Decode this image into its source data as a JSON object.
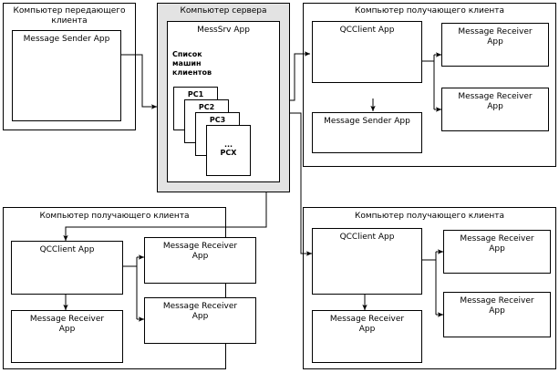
{
  "diagram": {
    "title_sender_client": "Компьютер передающего\nклиента",
    "title_server": "Компьютер сервера",
    "title_receiver_client": "Компьютер получающего клиента",
    "colors": {
      "server_fill": "#e3e3e3",
      "node_fill": "#ffffff",
      "stroke": "#000000",
      "page_background": "#ffffff"
    }
  },
  "sender_client": {
    "title": "Компьютер передающего\nклиента",
    "app": "Message Sender App"
  },
  "server": {
    "title": "Компьютер сервера",
    "app": "MessSrv App",
    "list_caption": "Список\nмашин\nклиентов",
    "machines": [
      {
        "label": "PC1"
      },
      {
        "label": "PC2"
      },
      {
        "label": "PC3"
      },
      {
        "label": "...\nPCX"
      }
    ]
  },
  "client_top_right": {
    "title": "Компьютер получающего клиента",
    "qcclient": "QCClient App",
    "secondary": "Message Sender App",
    "receivers": [
      "Message Receiver\nApp",
      "Message Receiver\nApp"
    ]
  },
  "client_bottom_left": {
    "title": "Компьютер получающего клиента",
    "qcclient": "QCClient App",
    "secondary": "Message Receiver\nApp",
    "receivers": [
      "Message Receiver\nApp",
      "Message Receiver\nApp"
    ]
  },
  "client_bottom_right": {
    "title": "Компьютер получающего клиента",
    "qcclient": "QCClient App",
    "secondary": "Message Receiver\nApp",
    "receivers": [
      "Message Receiver\nApp",
      "Message Receiver\nApp"
    ]
  }
}
